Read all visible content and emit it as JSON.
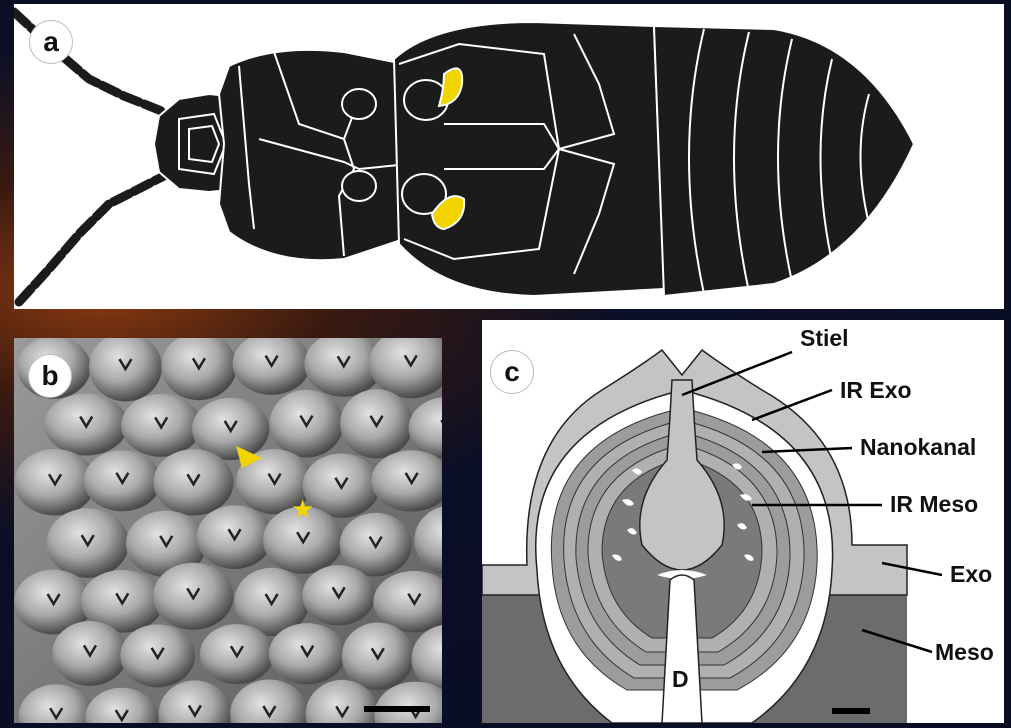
{
  "panels": {
    "a": {
      "letter": "a"
    },
    "b": {
      "letter": "b"
    },
    "c": {
      "letter": "c"
    }
  },
  "panel_c_labels": {
    "stiel": "Stiel",
    "ir_exo": "IR Exo",
    "nanokanal": "Nanokanal",
    "ir_meso": "IR Meso",
    "exo": "Exo",
    "meso": "Meso",
    "d": "D"
  },
  "colors": {
    "beetle_body": "#1b1b1b",
    "highlight_yellow": "#f2d500",
    "exo_fill": "#c4c4c4",
    "meso_fill": "#6c6c6c",
    "lamella_fill": "#9c9c9c"
  }
}
